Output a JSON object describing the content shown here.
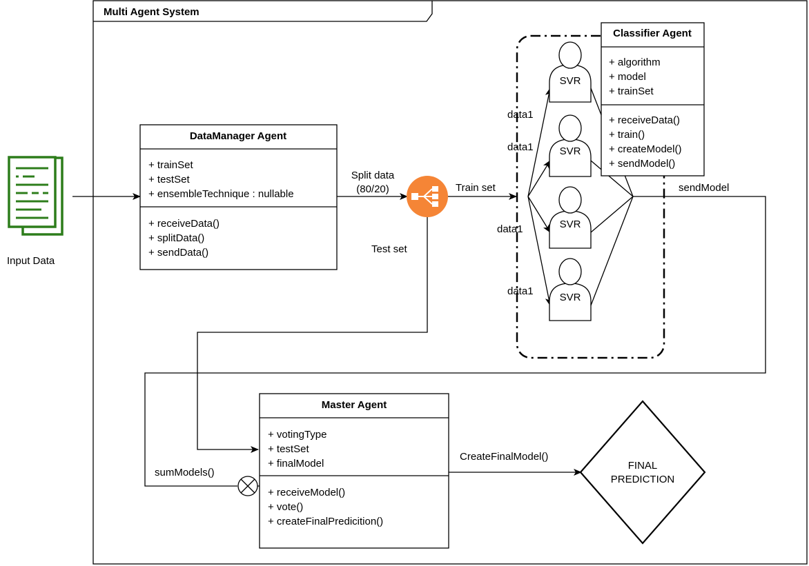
{
  "frame": {
    "title": "Multi Agent System"
  },
  "input": {
    "label": "Input Data"
  },
  "data_manager": {
    "title": "DataManager Agent",
    "attributes": [
      "+ trainSet",
      "+ testSet",
      "+ ensembleTechnique : nullable"
    ],
    "methods": [
      "+ receiveData()",
      "+ splitData()",
      "+ sendData()"
    ]
  },
  "classifier": {
    "title": "Classifier Agent",
    "attributes": [
      "+ algorithm",
      "+ model",
      "+ trainSet"
    ],
    "methods": [
      "+ receiveData()",
      "+ train()",
      "+ createModel()",
      "+ sendModel()"
    ]
  },
  "master": {
    "title": "Master Agent",
    "attributes": [
      "+ votingType",
      "+ testSet",
      "+ finalModel"
    ],
    "methods": [
      "+ receiveModel()",
      "+ vote()",
      "+ createFinalPredicition()"
    ]
  },
  "svr_nodes": [
    "SVR",
    "SVR",
    "SVR",
    "SVR"
  ],
  "edge_labels": {
    "split_line1": "Split data",
    "split_line2": "(80/20)",
    "train_set": "Train set",
    "test_set": "Test set",
    "send_model": "sendModel",
    "sum_models": "sumModels()",
    "create_final": "CreateFinalModel()",
    "data": [
      "data1",
      "data1",
      "data1",
      "data1"
    ]
  },
  "final": {
    "line1": "FINAL",
    "line2": "PREDICTION"
  },
  "colors": {
    "doc_green": "#2d7d1b",
    "splitter_orange": "#f58536",
    "line": "#000000"
  }
}
